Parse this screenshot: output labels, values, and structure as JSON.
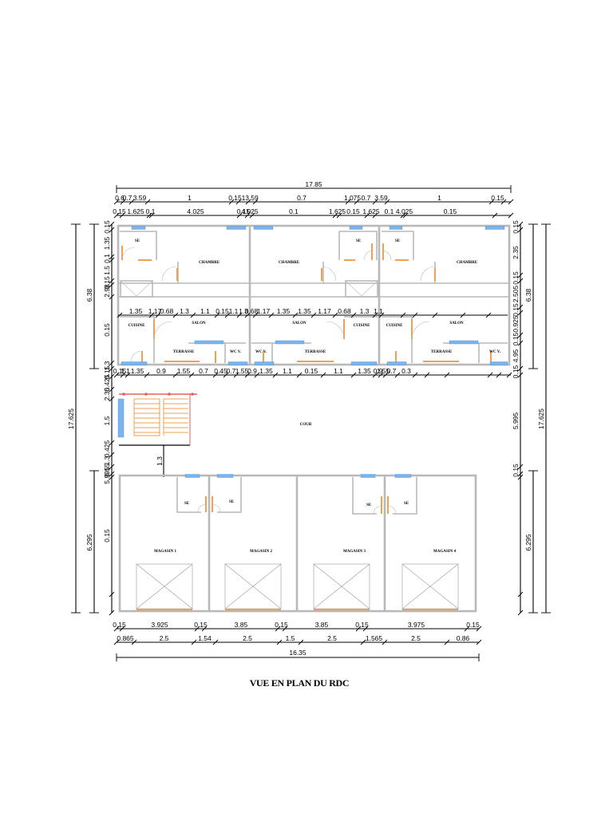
{
  "title": "VUE EN PLAN DU RDC",
  "colors": {
    "wall": "#b9b9b9",
    "door": "#f0a050",
    "window": "#79b5f0",
    "stair_rail": "#e06060",
    "dimension": "#000000"
  },
  "rooms": {
    "se_1": "SE",
    "se_2": "SE",
    "se_3": "SE",
    "chambre_1": "CHAMBRE",
    "chambre_2": "CHAMBRE",
    "chambre_3": "CHAMBRE",
    "cuisine_1": "CUISINE",
    "cuisine_2": "CUISINE",
    "cuisine_3": "CUISINE",
    "salon_1": "SALON",
    "salon_2": "SALON",
    "salon_3": "SALON",
    "terrasse_1": "TERRASSE",
    "terrasse_2": "TERRASSE",
    "terrasse_3": "TERRASSE",
    "wcv_1": "WC V.",
    "wcv_2": "WC V.",
    "wcv_3": "WC V.",
    "cour": "COUR",
    "mag_se_1": "SE",
    "mag_se_2": "SE",
    "mag_se_3": "SE",
    "mag_se_4": "SE",
    "magasin_1": "MAGASIN 1",
    "magasin_2": "MAGASIN 2",
    "magasin_3": "MAGASIN 3",
    "magasin_4": "MAGASIN 4"
  },
  "dims": {
    "total_top": "17.85",
    "top_row1": [
      "0.6",
      "0.7",
      "3.59",
      "1",
      "0.15",
      "1",
      "3.59",
      "0.7",
      "1.075",
      "0.7",
      "3.59",
      "1",
      "0.15"
    ],
    "top_row2": [
      "0.15",
      "1.625",
      "0.1",
      "4.025",
      "0.15",
      "4.025",
      "0.1",
      "1.625",
      "0.15",
      "1.625",
      "0.1",
      "4.025",
      "0.15"
    ],
    "mid_row": [
      "1.35",
      "1.17",
      "0.68",
      "1.3",
      "1.1",
      "0.15",
      "1.1",
      "1.3",
      "0.68",
      "1.17",
      "1.35",
      "1.35",
      "1.17",
      "0.68",
      "1.3",
      "1.1"
    ],
    "lower_row": [
      "0.15",
      "1.1",
      "1.35",
      "0.9",
      "1.55",
      "0.7",
      "0.45",
      "0.7",
      "1.55",
      "0.9",
      "1.35",
      "1.1",
      "0.15",
      "1.1",
      "1.35",
      "0.9",
      "1.55",
      "0.7",
      "0.3"
    ],
    "bottom_row1": [
      "0.15",
      "3.925",
      "0.15",
      "3.85",
      "0.15",
      "3.85",
      "0.15",
      "3.975",
      "0.15"
    ],
    "bottom_row2": [
      "0.865",
      "2.5",
      "1.54",
      "2.5",
      "1.5",
      "2.5",
      "1.565",
      "2.5",
      "0.86"
    ],
    "total_bottom": "16.35",
    "left_outer": [
      "17.625"
    ],
    "left_mid": [
      "6.38",
      "6.295"
    ],
    "left_inner": [
      "0.15",
      "1.35",
      "0.1",
      "1.5",
      "0.15",
      "2.98",
      "0.15",
      "1.3",
      "0.15",
      "0.425",
      "2.35",
      "1.5",
      "0.425",
      "1.3",
      "0.15",
      "5.995",
      "0.15"
    ],
    "stair_dim": "1.3",
    "right_outer": [
      "17.625"
    ],
    "right_mid": [
      "6.38",
      "6.295"
    ],
    "right_inner": [
      "0.15",
      "2.35",
      "0.15",
      "2.505",
      "0.15",
      "0.925",
      "0.15",
      "4.95",
      "0.15",
      "5.995",
      "0.15"
    ]
  }
}
